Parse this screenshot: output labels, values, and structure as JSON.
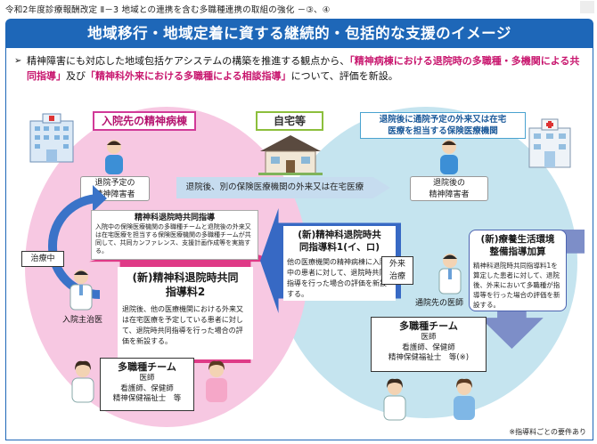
{
  "header": {
    "line": "令和2年度診療報酬改定 Ⅱ－3 地域との連携を含む多職種連携の取組の強化 －③、④"
  },
  "title": "地域移行・地域定着に資する継続的・包括的な支援のイメージ",
  "intro": {
    "arrow": "➢",
    "seg1": "精神障害にも対応した地域包括ケアシステムの構築を推進する観点から、",
    "hl1": "「精神病棟における退院時の多職種・多機関による共同指導」",
    "seg2": "及び",
    "hl2": "「精神科外来における多職種による相談指導」",
    "seg3": "について、評価を新設。"
  },
  "labels": {
    "hospital": "入院先の精神病棟",
    "home": "自宅等",
    "outpatient_line1": "退院後に通院予定の外来又は在宅",
    "outpatient_line2": "医療を担当する保険医療機関"
  },
  "patients": {
    "pre_line1": "退院予定の",
    "pre_line2": "精神障害者",
    "post_line1": "退院後の",
    "post_line2": "精神障害者"
  },
  "band": "退院後、別の保険医療機関の外来又は在宅医療",
  "guidance": {
    "title": "精神科退院時共同指導",
    "body": "入院中の保険医療機関の多職種チームと退院後の外来又は在宅医療を担当する保険医療機関の多職種チームが共同して、共同カンファレンス、支援計画作成等を実施する。"
  },
  "new2": {
    "title_line1": "(新)精神科退院時共同",
    "title_line2": "指導料2",
    "body": "退院後、他の医療機関における外来又は在宅医療を予定している患者に対して、退院時共同指導を行った場合の評価を新設する。"
  },
  "new1": {
    "title_line1": "(新)精神科退院時共",
    "title_line2": "同指導料1(イ、ロ)",
    "body": "他の医療機関の精神病棟に入院中の患者に対して、退院時共同指導を行った場合の評価を新設する。"
  },
  "ryouyou": {
    "title_line1": "(新)療養生活環境",
    "title_line2": "整備指導加算",
    "body": "精神科退院時共同指導料1を算定した患者に対して、退院後、外来において多職種が指導等を行った場合の評価を新設する。"
  },
  "tags": {
    "chiryo": "治療中",
    "gairai_line1": "外来",
    "gairai_line2": "治療"
  },
  "doctors": {
    "inpatient": "入院主治医",
    "outpatient": "通院先の医師"
  },
  "team_left": {
    "title": "多職種チーム",
    "line1": "医師",
    "line2": "看護師、保健師",
    "line3": "精神保健福祉士　等"
  },
  "team_right": {
    "title": "多職種チーム",
    "line1": "医師",
    "line2": "看護師、保健師",
    "line3": "精神保健福祉士　等(※)"
  },
  "footnote": "※指導料ごとの要件あり",
  "colors": {
    "title_blue": "#1e67b8",
    "pink": "#f7c8e2",
    "light_blue": "#c5e4ef",
    "magenta_arrow": "#df3a87",
    "blue_arrow": "#3769c4",
    "highlight": "#c8166e"
  }
}
